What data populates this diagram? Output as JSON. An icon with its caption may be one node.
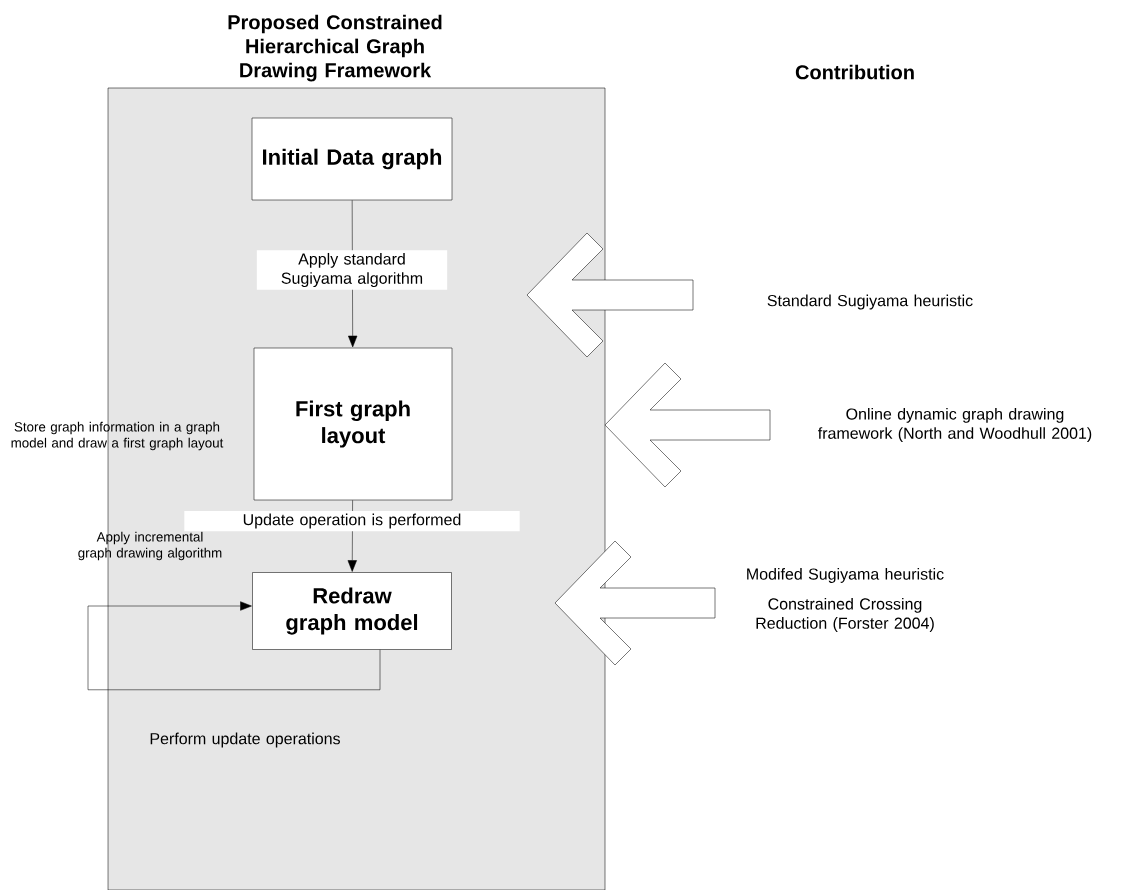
{
  "diagram": {
    "nodes": [
      {
        "text": [
          "Proposed Constrained Hierarchical Graph Drawing Framework"
        ]
      },
      {
        "text": [
          "Initial Data graph"
        ],
        "in": 0
      },
      {
        "text": [
          "First graph layout"
        ],
        "in": 0,
        "beside": [
          "Store graph information in a graph model and draw a first graph layout"
        ]
      },
      {
        "text": [
          "Redraw graph model"
        ],
        "in": 0,
        "beside": [
          "Apply incremental graph drawing  algorithm"
        ]
      },
      {
        "text": [
          "Standard Sugiyama heuristic"
        ]
      },
      {
        "text": [
          "Online dynamic graph drawing framework (North and Woodhull 2001)"
        ]
      },
      {
        "text": [
          "Modifed Sugiyama heuristic",
          "Constrained Crossing Reduction (Forster 2004)"
        ]
      }
    ],
    "edges": [
      {
        "from": 1,
        "to": 2,
        "arrow": "to",
        "label": "Apply standard Sugiyama algorithm"
      },
      {
        "from": 2,
        "to": 3,
        "arrow": "to",
        "label": "Update operation is performed"
      },
      {
        "from": 3,
        "to": 3,
        "arrow": "to",
        "label": "Perform update operations"
      },
      {
        "from": 4,
        "to": 0,
        "arrow": "to",
        "style": "thick"
      },
      {
        "from": 5,
        "to": 0,
        "arrow": "to",
        "style": "thick"
      },
      {
        "from": 6,
        "to": 0,
        "arrow": "to",
        "style": "thick"
      }
    ],
    "labels": [
      "Contribution"
    ]
  }
}
